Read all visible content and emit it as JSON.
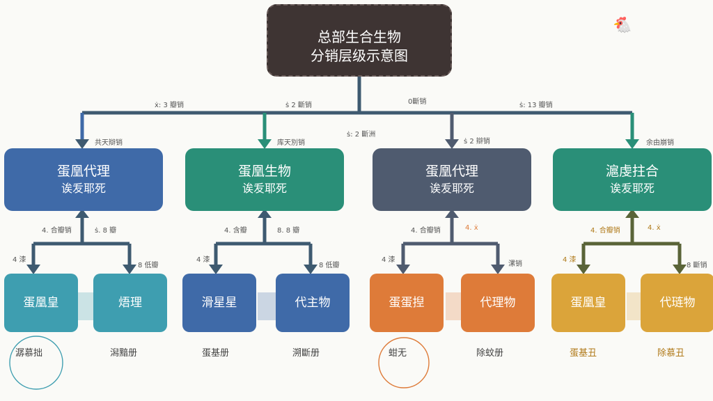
{
  "root": {
    "line1": "总部生合生物",
    "line2": "分销层级示意图",
    "icon": "hen-icon"
  },
  "top_edges": [
    "ẋ: 3 瓣销",
    "ṡ 2 斷销",
    "0斷销",
    "ṡ: 13 瓣销"
  ],
  "mid_edges": [
    "共天辯销",
    "库天別销",
    "ṡ: 2 斷洲",
    "ṡ 2 辯销",
    "余由崩销"
  ],
  "mids": [
    {
      "line1": "蛋凰代理",
      "line2": "诶叐耶死"
    },
    {
      "line1": "蛋凰生物",
      "line2": "诶叐耶死"
    },
    {
      "line1": "蛋凰代理",
      "line2": "诶叐耶死"
    },
    {
      "line1": "滬虔拄合",
      "line2": "诶叐耶死"
    }
  ],
  "leaves": [
    {
      "left": "蛋凰皇",
      "right": "焐理"
    },
    {
      "left": "滑星星",
      "right": "代主物"
    },
    {
      "left": "蛋蛋揑",
      "right": "代理物"
    },
    {
      "left": "蛋凰皇",
      "right": "代琏物"
    }
  ],
  "sub_edges": [
    [
      "4. 合瓣销",
      "ṡ. 8 瓣",
      "4 漆",
      "8 低瓣"
    ],
    [
      "4. 含瓣",
      "8. 8 瓣",
      "4 漆",
      "8 低瓣"
    ],
    [
      "4. 合瓣销",
      "4. ẋ",
      "4 漆",
      "漯销"
    ],
    [
      "4. 合瓣销",
      "4. ẋ",
      "4 漆",
      "8 斷销"
    ]
  ],
  "feet": [
    [
      "潺慕拙",
      "潟黯册"
    ],
    [
      "蛋基册",
      "溯斷册"
    ],
    [
      "蚶无",
      "除蚊册"
    ],
    [
      "蛋基丑",
      "除慕丑"
    ]
  ],
  "colors": {
    "root": "#3e3433",
    "mids": [
      "#3f6aa8",
      "#2a8f78",
      "#4f5b6f",
      "#2a8f78"
    ],
    "leaves": [
      "#3e9eb0",
      "#3f6aa8",
      "#de7b39",
      "#dba43a"
    ],
    "connector": "#3e5a70"
  }
}
